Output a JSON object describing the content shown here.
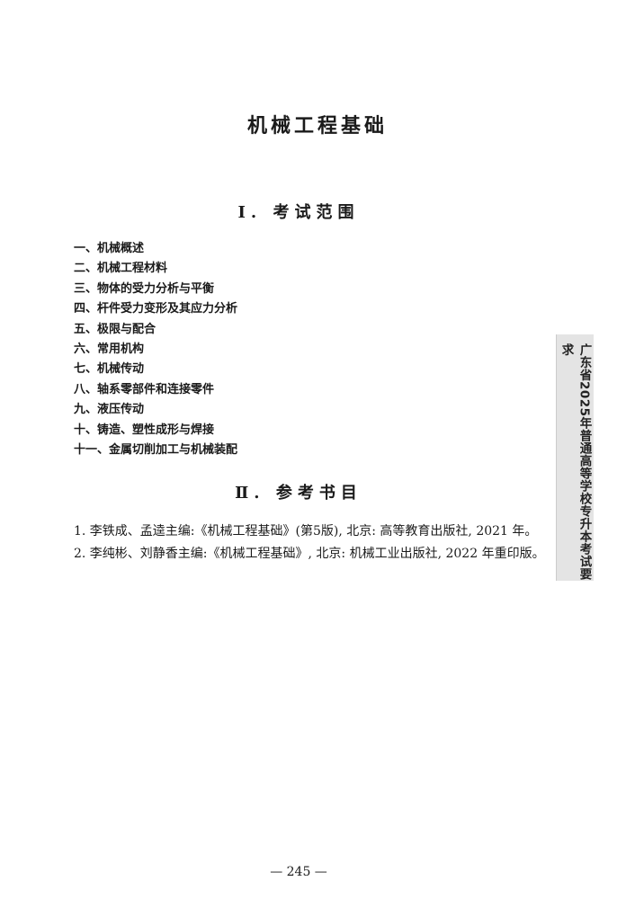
{
  "title": "机械工程基础",
  "section1": {
    "heading": "Ⅰ. 考试范围",
    "items": [
      "一、机械概述",
      "二、机械工程材料",
      "三、物体的受力分析与平衡",
      "四、杆件受力变形及其应力分析",
      "五、极限与配合",
      "六、常用机构",
      "七、机械传动",
      "八、轴系零部件和连接零件",
      "九、液压传动",
      "十、铸造、塑性成形与焊接",
      "十一、金属切削加工与机械装配"
    ]
  },
  "section2": {
    "heading": "Ⅱ. 参考书目",
    "refs": [
      "1. 李铁成、孟逵主编:《机械工程基础》(第5版), 北京: 高等教育出版社, 2021 年。",
      "2. 李纯彬、刘静香主编:《机械工程基础》, 北京: 机械工业出版社, 2022 年重印版。"
    ]
  },
  "side_tab": "广东省2025年普通高等学校专升本考试要求",
  "page_number": "— 245 —"
}
